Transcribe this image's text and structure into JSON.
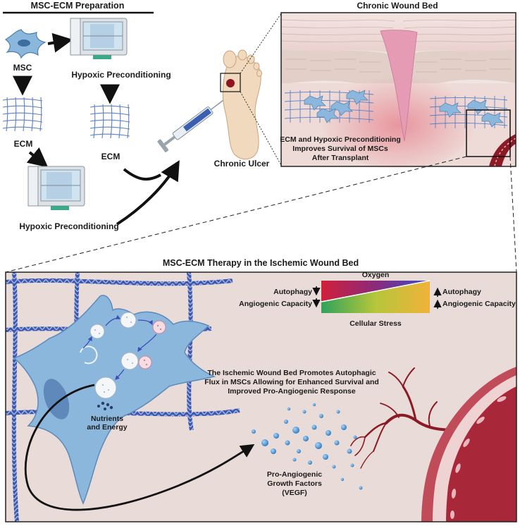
{
  "prep": {
    "title": "MSC-ECM Preparation",
    "msc": "MSC",
    "ecm_left": "ECM",
    "hypoxic_top": "Hypoxic Preconditioning",
    "ecm_mid": "ECM",
    "hypoxic_bottom": "Hypoxic Preconditioning"
  },
  "ulcer": {
    "label": "Chronic Ulcer"
  },
  "wound_bed": {
    "title": "Chronic Wound Bed",
    "caption": [
      "ECM and Hypoxic Preconditioning",
      "Improves Survival of MSCs",
      "After Transplant"
    ]
  },
  "therapy": {
    "title": "MSC-ECM Therapy in the Ischemic Wound Bed",
    "gradient_top": "Oxygen",
    "gradient_bottom": "Cellular Stress",
    "left_labels": [
      "Autophagy",
      "Angiogenic Capacity"
    ],
    "right_labels": [
      "Autophagy",
      "Angiogenic Capacity"
    ],
    "flux_text": [
      "The Ischemic Wound Bed Promotes Autophagic",
      "Flux in MSCs Allowing for Enhanced Survival and",
      "Improved Pro-Angiogenic Response"
    ],
    "nutrients": [
      "Nutrients",
      "and Energy"
    ],
    "growth_factors": [
      "Pro-Angiogenic",
      "Growth Factors",
      "(VEGF)"
    ]
  }
}
